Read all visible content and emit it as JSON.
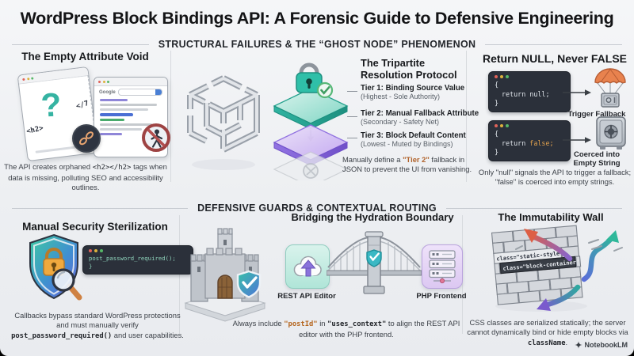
{
  "title": "WordPress Block Bindings API: A Forensic Guide to Defensive Engineering",
  "top_header": "STRUCTURAL FAILURES & THE “GHOST NODE” PHENOMENON",
  "bottom_header": "DEFENSIVE GUARDS & CONTEXTUAL ROUTING",
  "empty_void": {
    "title": "The Empty Attribute Void",
    "tag_open": "<h2>",
    "tag_close": "</7",
    "question_mark": "?",
    "google_label": "Google",
    "caption": {
      "pre": "The API creates orphaned ",
      "code": "<h2></h2>",
      "post": " tags when data is missing, polluting SEO and accessibility outlines."
    }
  },
  "tripartite": {
    "title": "The Tripartite Resolution Protocol",
    "tiers": [
      {
        "name": "Tier 1: Binding Source Value",
        "detail": "(Highest - Sole Authority)"
      },
      {
        "name": "Tier 2: Manual Fallback Attribute",
        "detail": "(Secondary - Safety Net)"
      },
      {
        "name": "Tier 3: Block Default Content",
        "detail": "(Lowest - Muted by Bindings)"
      }
    ],
    "caption": {
      "pre": "Manually define a ",
      "highlight": "\"Tier 2\"",
      "post": " fallback in JSON to prevent the UI from vanishing."
    }
  },
  "return_null": {
    "title": "Return NULL, Never FALSE",
    "null_code": {
      "l1": "{",
      "l2": "return null;",
      "l3": "}"
    },
    "false_code": {
      "l1": "{",
      "l2a": "return ",
      "l2b": "false;",
      "l3": "}"
    },
    "null_label": "Trigger Fallback",
    "false_label_1": "Coerced into",
    "false_label_2": "Empty String",
    "caption": "Only \"null\" signals the API to trigger a fallback; \"false\" is coerced into empty strings."
  },
  "security": {
    "title": "Manual Security Sterilization",
    "code": {
      "l1": "post_password_required();",
      "l2": "}"
    },
    "caption": {
      "pre": "Callbacks bypass standard WordPress protections and must manually verify ",
      "code": "post_password_required()",
      "post": " and user capabilities."
    }
  },
  "hydration": {
    "title": "Bridging the Hydration Boundary",
    "left_label": "REST API Editor",
    "right_label": "PHP Frontend",
    "caption": {
      "p1": "Always include ",
      "c1": "\"postId\"",
      "p2": " in ",
      "c2": "\"uses_context\"",
      "p3": " to align the REST API editor with the PHP frontend."
    }
  },
  "immutability": {
    "title": "The Immutability Wall",
    "brick_top": "class=\"static-style\"",
    "brick_bottom": "class=\"block-container\"",
    "caption": {
      "pre": "CSS classes are serialized statically; the server cannot dynamically bind or hide empty blocks via ",
      "code": "className",
      "post": "."
    }
  },
  "watermark": "NotebookLM",
  "colors": {
    "teal": "#2fb3a0",
    "purple": "#8f6fe0",
    "orange_lock": "#f0a93e",
    "code_bg": "#2b303a",
    "code_false": "#e2a24e",
    "code_security": "#8fd4bc"
  }
}
